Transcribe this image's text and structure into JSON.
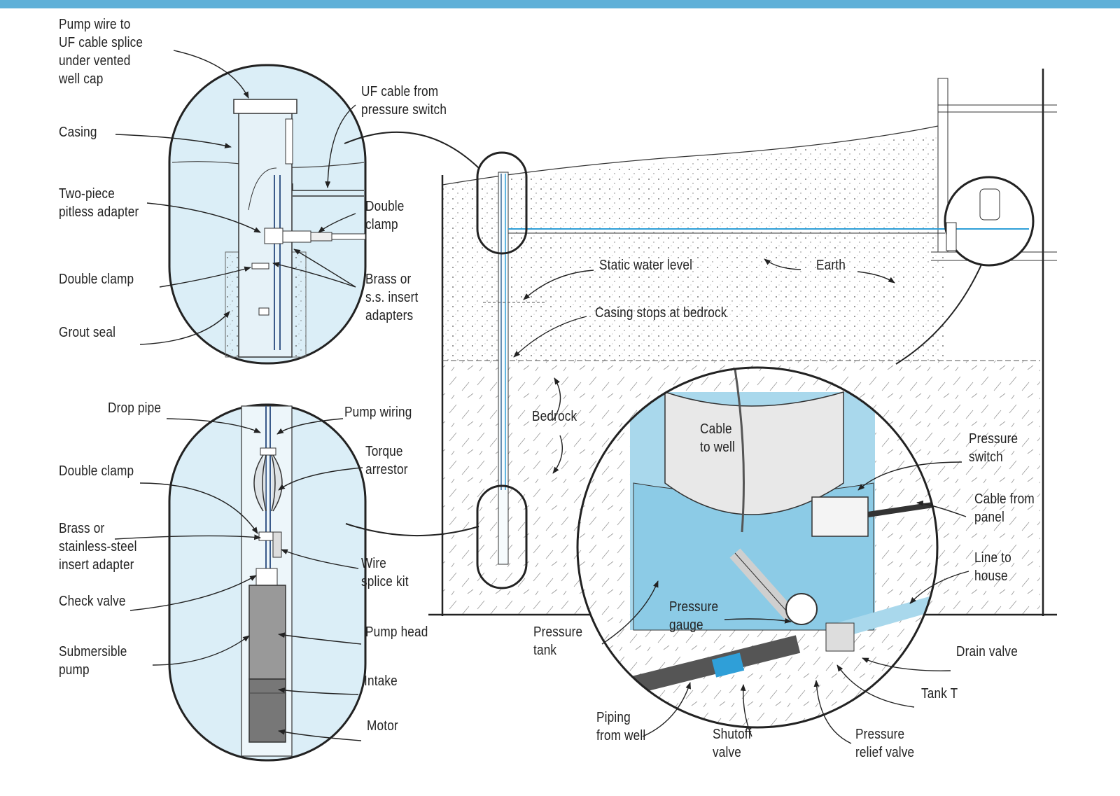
{
  "colors": {
    "band": "#5fb0d8",
    "water": "#a9d8ec",
    "line": "#222222",
    "pipe_blue": "#2f9fd8"
  },
  "labels": {
    "pump_wire_splice": "Pump wire to\nUF cable splice\nunder vented\nwell cap",
    "casing": "Casing",
    "uf_cable": "UF cable from\npressure switch",
    "pitless_adapter": "Two-piece\npitless adapter",
    "double_clamp_top": "Double\nclamp",
    "double_clamp_left": "Double clamp",
    "brass_insert_adapters": "Brass or\ns.s. insert\nadapters",
    "grout_seal": "Grout seal",
    "drop_pipe": "Drop pipe",
    "pump_wiring": "Pump wiring",
    "torque_arrestor": "Torque\narrestor",
    "double_clamp_lower": "Double clamp",
    "brass_stainless_adapter": "Brass or\nstainless-steel\ninsert adapter",
    "wire_splice_kit": "Wire\nsplice kit",
    "check_valve": "Check valve",
    "pump_head": "Pump head",
    "submersible_pump": "Submersible\npump",
    "intake": "Intake",
    "motor": "Motor",
    "static_water_level": "Static water level",
    "earth": "Earth",
    "casing_stops": "Casing stops at bedrock",
    "bedrock": "Bedrock",
    "cable_to_well": "Cable\nto well",
    "pressure_switch": "Pressure\nswitch",
    "cable_from_panel": "Cable from\npanel",
    "line_to_house": "Line to\nhouse",
    "pressure_gauge": "Pressure\ngauge",
    "pressure_tank": "Pressure\ntank",
    "drain_valve": "Drain valve",
    "tank_t": "Tank T",
    "piping_from_well": "Piping\nfrom well",
    "shutoff_valve": "Shutoff\nvalve",
    "pressure_relief_valve": "Pressure\nrelief valve"
  }
}
